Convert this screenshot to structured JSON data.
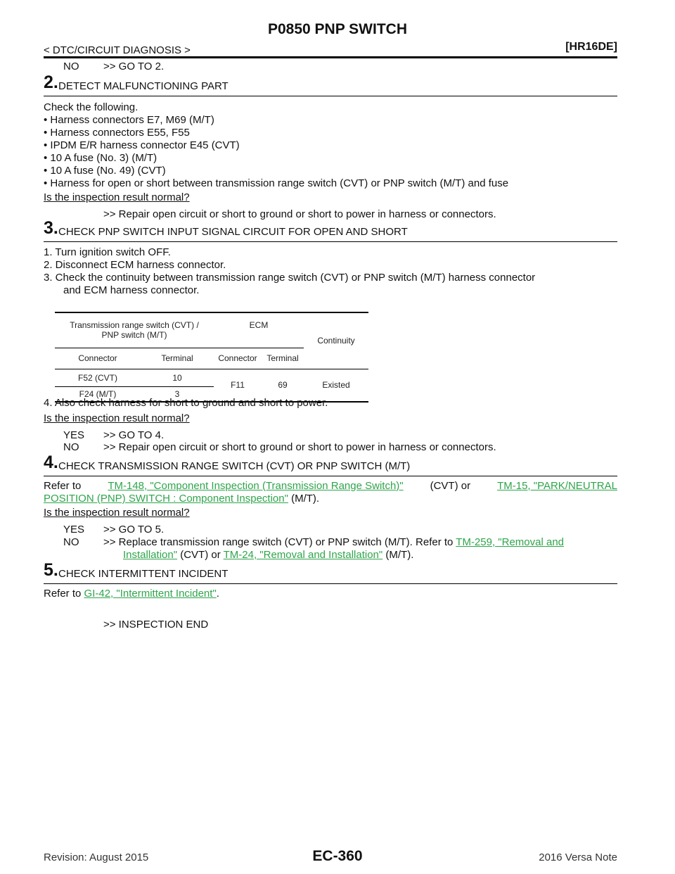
{
  "header": {
    "title": "P0850 PNP SWITCH",
    "breadcrumb": "< DTC/CIRCUIT DIAGNOSIS >",
    "engine": "[HR16DE]"
  },
  "top": {
    "no_key": "NO",
    "no_text": ">> GO TO 2."
  },
  "step2": {
    "num": "2.",
    "title": "DETECT MALFUNCTIONING PART",
    "intro": "Check the following.",
    "items": [
      "• Harness connectors E7, M69 (M/T)",
      "• Harness connectors E55, F55",
      "• IPDM E/R harness connector E45 (CVT)",
      "• 10 A fuse (No. 3) (M/T)",
      "• 10 A fuse (No. 49) (CVT)",
      "• Harness for open or short between transmission range switch (CVT) or PNP switch (M/T) and fuse"
    ],
    "question": "Is the inspection result normal?",
    "result": ">> Repair open circuit or short to ground or short to power in harness or connectors."
  },
  "step3": {
    "num": "3.",
    "title": "CHECK PNP SWITCH INPUT SIGNAL CIRCUIT FOR OPEN AND SHORT",
    "line1": "1.   Turn ignition switch OFF.",
    "line2": "2.   Disconnect ECM harness connector.",
    "line3a": "3.   Check the continuity between transmission range switch (CVT) or PNP switch (M/T) harness connector",
    "line3b": "and ECM harness connector.",
    "table": {
      "h_switch_1": "Transmission range switch (CVT) /",
      "h_switch_2": "PNP switch (M/T)",
      "h_ecm": "ECM",
      "h_continuity": "Continuity",
      "h_connector": "Connector",
      "h_terminal": "Terminal",
      "h_ecm_connector": "Connector",
      "h_ecm_terminal": "Terminal",
      "row1_connector": "F52 (CVT)",
      "row1_terminal": "10",
      "row2_connector": "F24 (M/T)",
      "row2_terminal": "3",
      "ecm_connector": "F11",
      "ecm_terminal": "69",
      "continuity": "Existed"
    },
    "line4": "4.   Also check harness for short to ground and short to power.",
    "question": "Is the inspection result normal?",
    "yes_key": "YES",
    "yes_text": ">> GO TO 4.",
    "no_key": "NO",
    "no_text": ">> Repair open circuit or short to ground or short to power in harness or connectors."
  },
  "step4": {
    "num": "4.",
    "title": "CHECK TRANSMISSION RANGE SWITCH (CVT) OR PNP SWITCH (M/T)",
    "refer": "Refer to",
    "link1": "TM-148, \"Component Inspection (Transmission Range Switch)\"",
    "mid": "(CVT) or",
    "link2a": "TM-15, \"PARK/NEUTRAL",
    "link2b": "POSITION (PNP) SWITCH : Component Inspection\"",
    "tail": "(M/T).",
    "question": "Is the inspection result normal?",
    "yes_key": "YES",
    "yes_text": ">> GO TO 5.",
    "no_key": "NO",
    "no_text": ">> Replace transmission range switch (CVT) or PNP switch (M/T). Refer to",
    "link3a": "TM-259, \"Removal and",
    "link3b": "Installation\"",
    "mid2": "(CVT) or",
    "link4": "TM-24, \"Removal and Installation\"",
    "tail2": "(M/T)."
  },
  "step5": {
    "num": "5.",
    "title": "CHECK INTERMITTENT INCIDENT",
    "refer": "Refer to",
    "link": "GI-42, \"Intermittent Incident\"",
    "period": ".",
    "result": ">> INSPECTION END"
  },
  "footer": {
    "revision": "Revision: August 2015",
    "page": "EC-360",
    "model": "2016 Versa Note"
  }
}
